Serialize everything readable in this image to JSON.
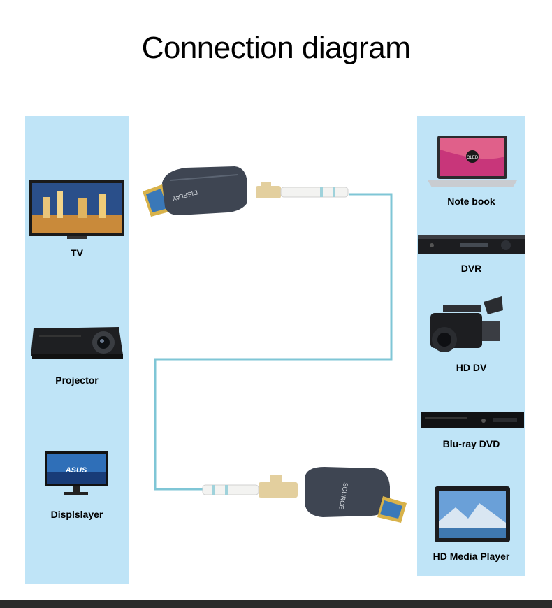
{
  "title": "Connection diagram",
  "left_devices": [
    {
      "label": "TV",
      "icon": "tv-icon"
    },
    {
      "label": "Projector",
      "icon": "projector-icon"
    },
    {
      "label": "Displslayer",
      "icon": "monitor-icon"
    }
  ],
  "right_devices": [
    {
      "label": "Note book",
      "icon": "laptop-icon"
    },
    {
      "label": "DVR",
      "icon": "dvr-icon"
    },
    {
      "label": "HD DV",
      "icon": "camcorder-icon"
    },
    {
      "label": "Blu-ray DVD",
      "icon": "bluray-player-icon"
    },
    {
      "label": "HD Media Player",
      "icon": "tablet-icon"
    }
  ],
  "connectors": {
    "display_label": "DISPLAY",
    "source_label": "SOURCE",
    "laptop_badge": "OLED",
    "monitor_brand": "ASUS"
  },
  "colors": {
    "panel": "#bfe4f7",
    "fiber": "#7fc6d6",
    "adapter_body": "#3e4552",
    "hdmi_gold": "#d8b24a",
    "lc_connector": "#e3cf9e"
  }
}
